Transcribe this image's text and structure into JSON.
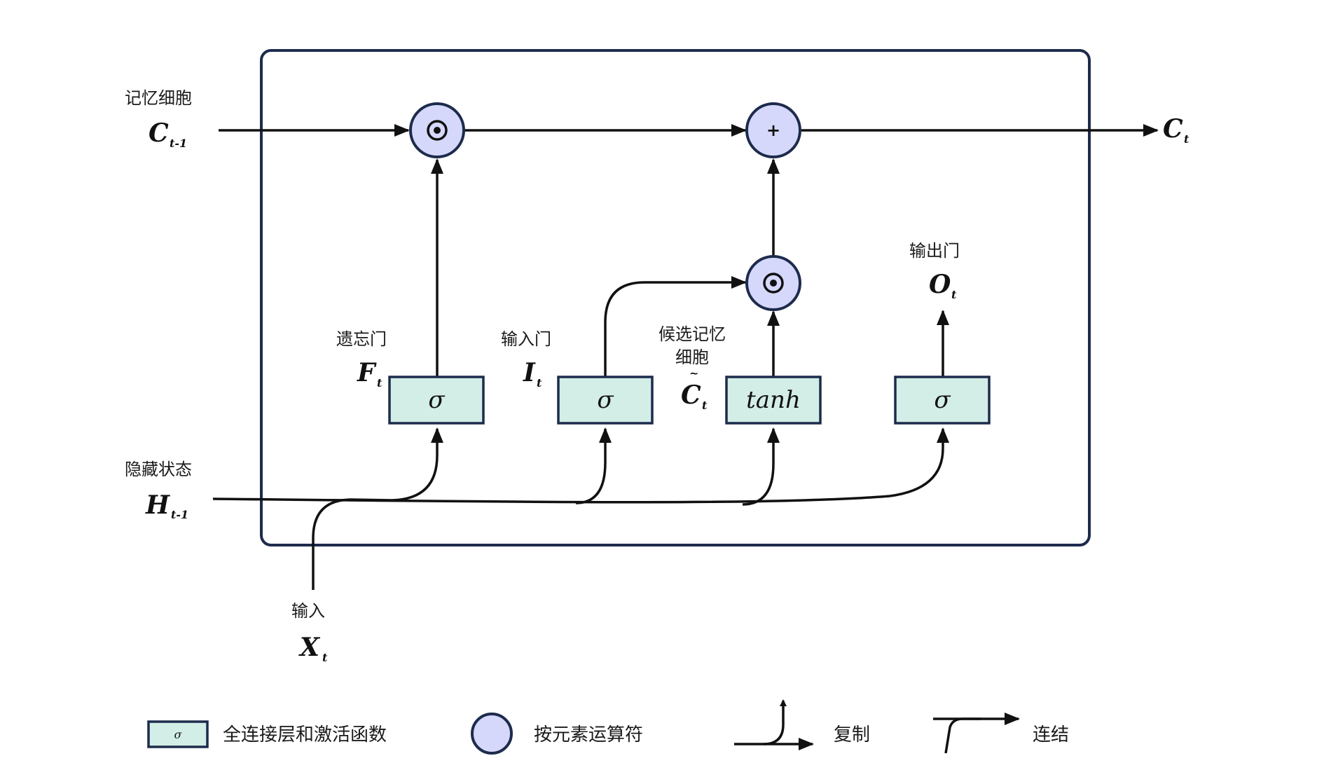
{
  "inputs": {
    "cell_prev": {
      "label": "记忆细胞",
      "symbol": "C",
      "subscript": "t-1"
    },
    "hidden_prev": {
      "label": "隐藏状态",
      "symbol": "H",
      "subscript": "t-1"
    },
    "x": {
      "label": "输入",
      "symbol": "X",
      "subscript": "t"
    }
  },
  "outputs": {
    "cell_next": {
      "symbol": "C",
      "subscript": "t"
    }
  },
  "gates": {
    "forget": {
      "label": "遗忘门",
      "symbol": "F",
      "subscript": "t",
      "fn": "σ"
    },
    "input": {
      "label": "输入门",
      "symbol": "I",
      "subscript": "t",
      "fn": "σ"
    },
    "candidate": {
      "label_line1": "候选记忆",
      "label_line2": "细胞",
      "symbol": "C",
      "tilde": "~",
      "subscript": "t",
      "fn": "tanh"
    },
    "output": {
      "label": "输出门",
      "symbol": "O",
      "subscript": "t",
      "fn": "σ"
    }
  },
  "operators": {
    "hadamard": "⊙",
    "plus": "+"
  },
  "legend": {
    "fc_label": "全连接层和激活函数",
    "fc_symbol": "σ",
    "op_label": "按元素运算符",
    "copy_label": "复制",
    "concat_label": "连结"
  },
  "colors": {
    "gate_fill": "#d3eee6",
    "operator_fill": "#d6d8fb",
    "border": "#1d2b4c"
  }
}
